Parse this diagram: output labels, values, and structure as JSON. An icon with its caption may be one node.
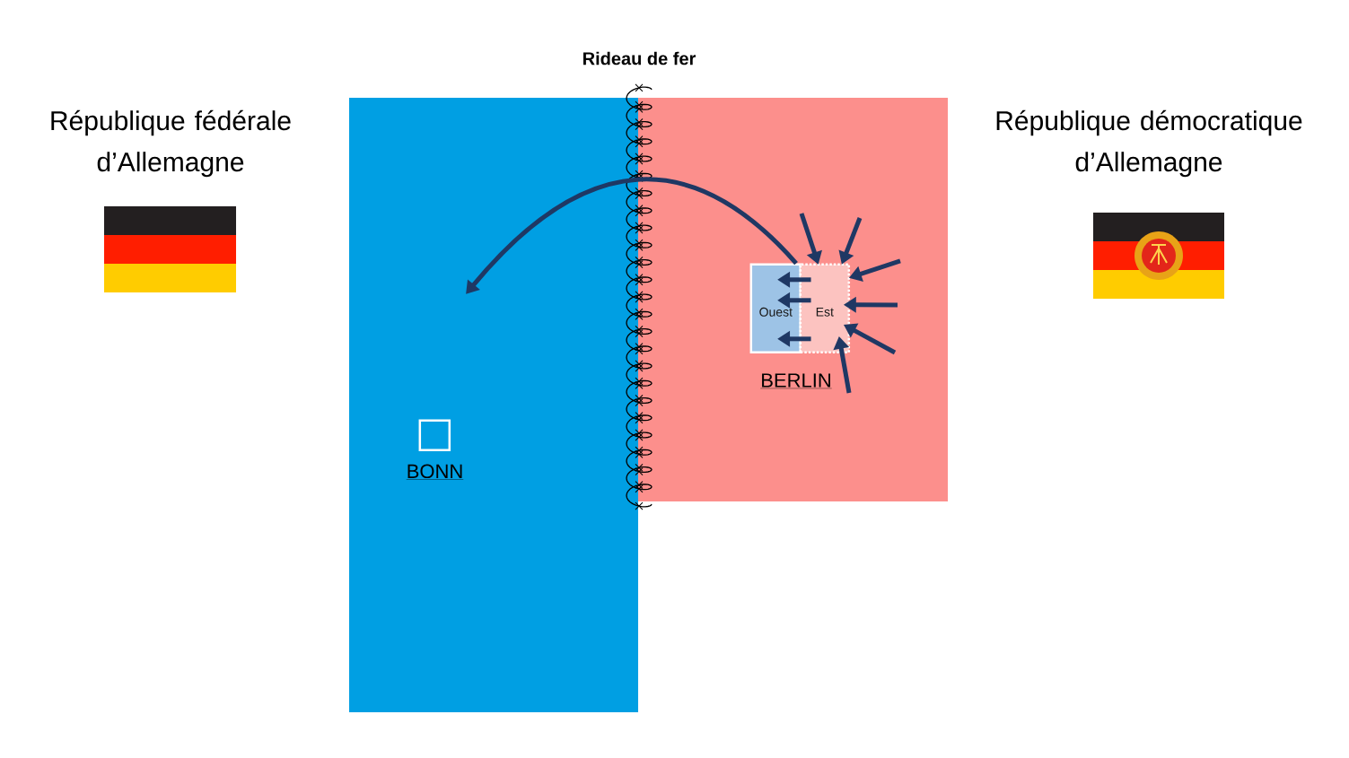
{
  "diagram": {
    "nodes": [
      {
        "text": [],
        "shape": "box"
      },
      {
        "text": [],
        "shape": "box"
      },
      {
        "text": [
          "Ouest"
        ],
        "in": 1
      },
      {
        "text": [
          "Est"
        ],
        "in": 1
      },
      {
        "text": [],
        "shape": "box",
        "in": 0,
        "beside": [
          "BONN"
        ]
      }
    ],
    "edges": [
      {
        "from": 2,
        "to": null,
        "arrow": "to"
      },
      {
        "from": 3,
        "to": 2,
        "arrow": "to"
      },
      {
        "from": 3,
        "to": 2,
        "arrow": "to"
      },
      {
        "from": 3,
        "to": 2,
        "arrow": "to"
      },
      {
        "from": null,
        "to": 3,
        "arrow": "to"
      },
      {
        "from": null,
        "to": 3,
        "arrow": "to"
      },
      {
        "from": null,
        "to": 3,
        "arrow": "to"
      },
      {
        "from": null,
        "to": 3,
        "arrow": "to"
      },
      {
        "from": null,
        "to": 3,
        "arrow": "to"
      },
      {
        "from": null,
        "to": 3,
        "arrow": "to"
      }
    ],
    "labels": [
      "Rideau de fer",
      "République fédérale d’Allemagne",
      "République démocratique d’Allemagne",
      "BERLIN"
    ]
  }
}
